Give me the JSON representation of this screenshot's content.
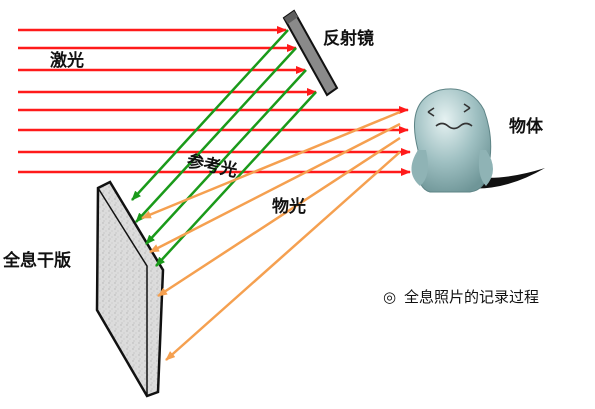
{
  "labels": {
    "laser": "激光",
    "mirror": "反射镜",
    "object": "物体",
    "reference_light": "参考光",
    "object_light": "物光",
    "plate": "全息干版"
  },
  "caption": {
    "bullet": "◎",
    "text": "全息照片的记录过程"
  },
  "colors": {
    "laser": "#ff1a1a",
    "reference": "#1a9a1a",
    "object_light": "#f5a050",
    "plate_fill": "#d9d9d9",
    "mirror_fill": "#888888",
    "object_body": "#8fb3b5"
  }
}
